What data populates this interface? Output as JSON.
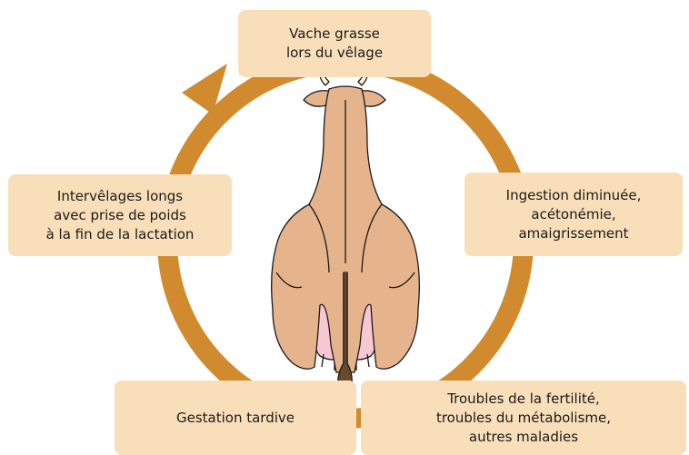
{
  "diagram": {
    "cycle_color": "#d18b2e",
    "box_color": "#f9dfb9",
    "nodes": {
      "top": "Vache grasse\nlors du vêlage",
      "right": "Ingestion diminuée,\nacétonémie,\namaigrissement",
      "bottom_right": "Troubles de la fertilité,\ntroubles du métabolisme,\nautres maladies",
      "bottom_left": "Gestation tardive",
      "left": "Intervêlages longs\navec prise de poids\nà la fin de la lactation"
    },
    "center_image": "cow-rear-view-illustration"
  }
}
